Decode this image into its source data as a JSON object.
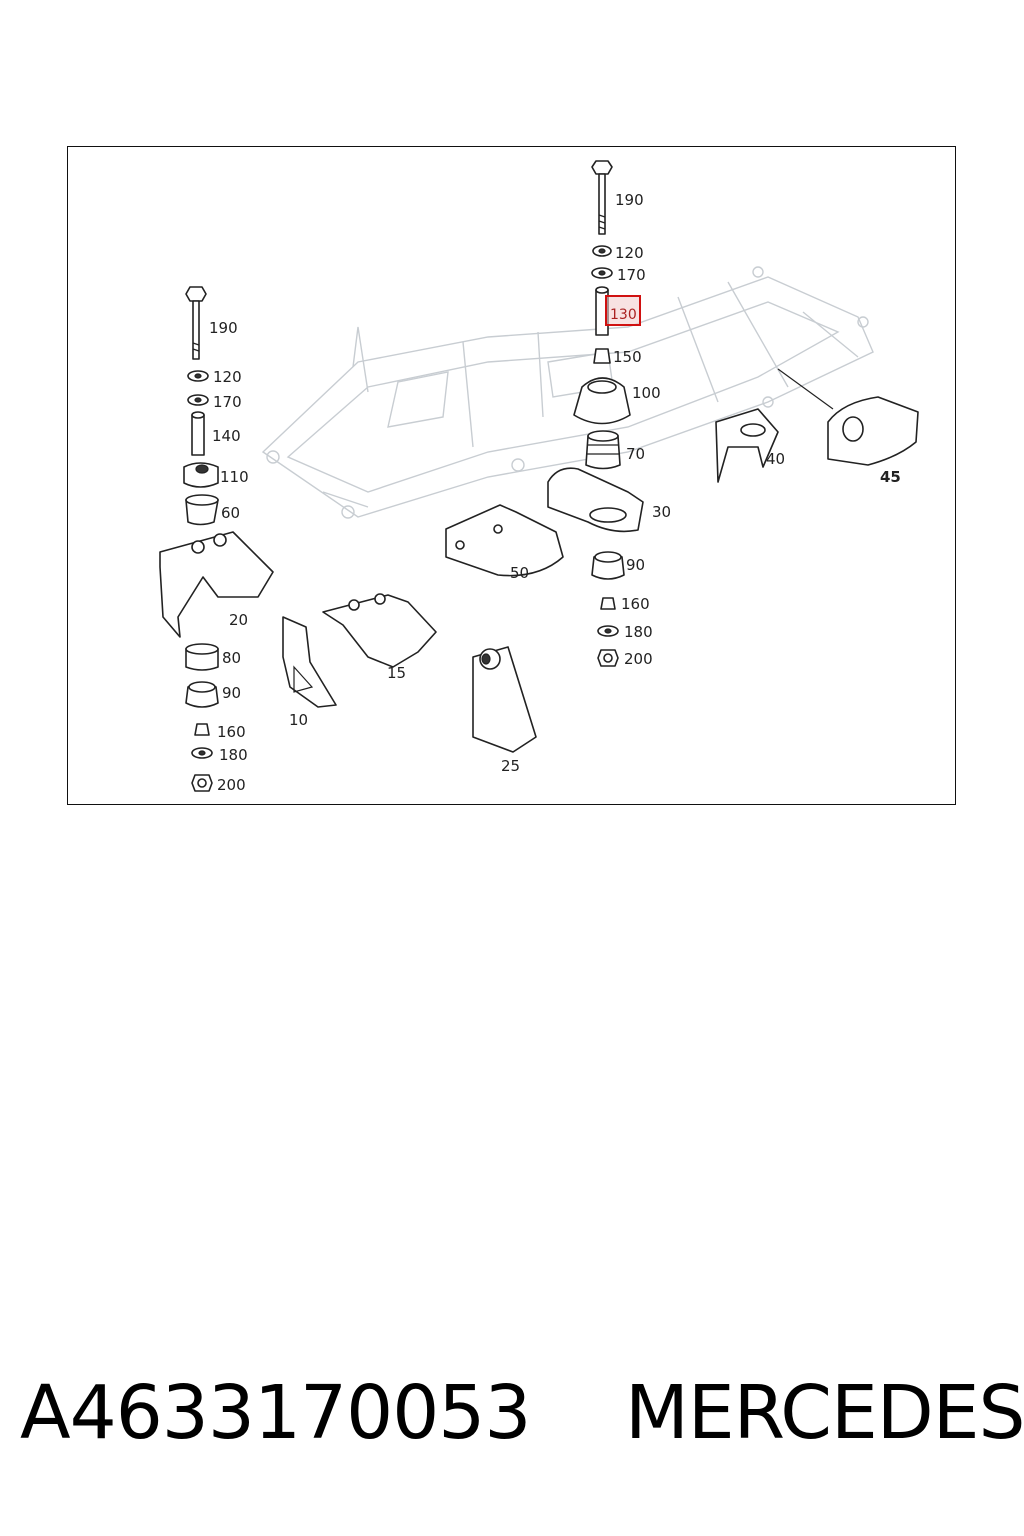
{
  "labels": {
    "l190a": "190",
    "l120a": "120",
    "l170a": "170",
    "l130": "130",
    "l150": "150",
    "l100": "100",
    "l70": "70",
    "l30": "30",
    "l90a": "90",
    "l160a": "160",
    "l180a": "180",
    "l200a": "200",
    "l40": "40",
    "l45": "45",
    "l50": "50",
    "l25": "25",
    "l15": "15",
    "l10": "10",
    "l190b": "190",
    "l120b": "120",
    "l170b": "170",
    "l140": "140",
    "l110": "110",
    "l60": "60",
    "l20": "20",
    "l80": "80",
    "l90b": "90",
    "l160b": "160",
    "l180b": "180",
    "l200b": "200"
  },
  "highlighted_label": "130",
  "caption": {
    "part_number": "A4633170053",
    "brand": "MERCEDES"
  },
  "colors": {
    "highlight_border": "#d01010",
    "highlight_fill": "#f3caca",
    "chassis_line": "#c8cdd2"
  }
}
